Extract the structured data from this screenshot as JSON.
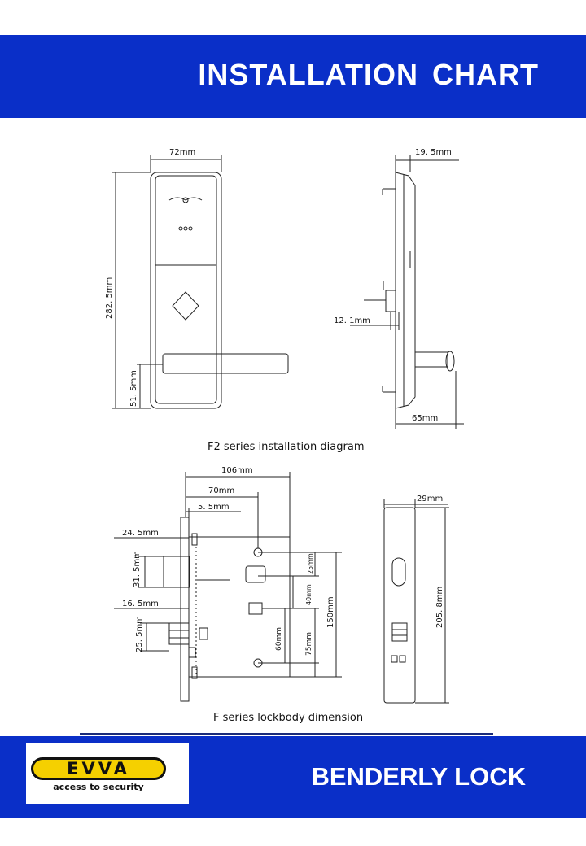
{
  "header": {
    "title": "INSTALLATION CHART"
  },
  "footer": {
    "brand": "BENDERLY LOCK"
  },
  "logo": {
    "word": "EVVA",
    "tagline": "access to security",
    "colors": {
      "yellow": "#f5d000",
      "black": "#111111"
    }
  },
  "colors": {
    "banner": "#0a2fc8",
    "line": "#222222"
  },
  "diagram1": {
    "caption": "F2 series installation diagram",
    "dims": {
      "width": "72mm",
      "height": "282. 5mm",
      "handle": "51. 5mm",
      "depth": "19. 5mm",
      "spindle": "12. 1mm",
      "projection": "65mm"
    }
  },
  "diagram2": {
    "caption": "F series lockbody dimension",
    "dims": {
      "d106": "106mm",
      "d70": "70mm",
      "d55": "5. 5mm",
      "d245": "24. 5mm",
      "d315": "31. 5mm",
      "d165": "16. 5mm",
      "d255": "25. 5mm",
      "d25": "25mm",
      "d40": "40mm",
      "d60": "60mm",
      "d75": "75mm",
      "d150": "150mm",
      "d29": "29mm",
      "d2058": "205. 8mm"
    }
  }
}
